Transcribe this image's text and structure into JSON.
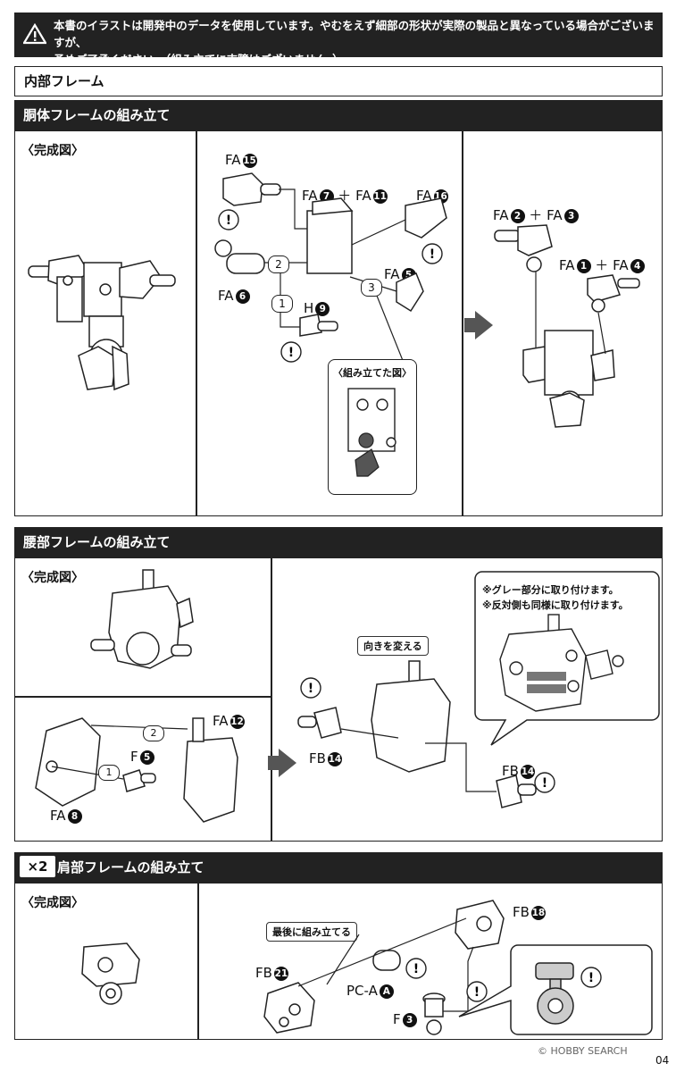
{
  "warning": {
    "line1": "本書のイラストは開発中のデータを使用しています。やむをえず細部の形状が実際の製品と異なっている場合がございますが、",
    "line2": "予めご了承ください。（組み立てに支障はございません。）"
  },
  "section_title": "内部フレーム",
  "torso": {
    "title": "胴体フレームの組み立て",
    "complete_label": "〈完成図〉",
    "parts": {
      "fa15_prefix": "FA",
      "fa15_num": "15",
      "fa7_prefix": "FA",
      "fa7_num": "7",
      "plus1": "＋",
      "fa11_prefix": "FA",
      "fa11_num": "11",
      "fa16_prefix": "FA",
      "fa16_num": "16",
      "fa5_prefix": "FA",
      "fa5_num": "5",
      "fa6_prefix": "FA",
      "fa6_num": "6",
      "h9_prefix": "H",
      "h9_num": "9",
      "fa2_prefix": "FA",
      "fa2_num": "2",
      "plus2": "＋",
      "fa3_prefix": "FA",
      "fa3_num": "3",
      "fa1_prefix": "FA",
      "fa1_num": "1",
      "plus3": "＋",
      "fa4_prefix": "FA",
      "fa4_num": "4"
    },
    "steps": {
      "s1": "1",
      "s2": "2",
      "s3": "3"
    },
    "assembled_label": "〈組み立てた図〉"
  },
  "waist": {
    "title": "腰部フレームの組み立て",
    "complete_label": "〈完成図〉",
    "parts": {
      "fa12_prefix": "FA",
      "fa12_num": "12",
      "f5_prefix": "F",
      "f5_num": "5",
      "fa8_prefix": "FA",
      "fa8_num": "8",
      "fb14a_prefix": "FB",
      "fb14a_num": "14",
      "fb14b_prefix": "FB",
      "fb14b_num": "14"
    },
    "steps": {
      "s1": "1",
      "s2": "2"
    },
    "direction_callout": "向きを変える",
    "note1": "※グレー部分に取り付けます。",
    "note2": "※反対側も同様に取り付けます。"
  },
  "shoulder": {
    "multiplier": "×2",
    "title": "肩部フレームの組み立て",
    "complete_label": "〈完成図〉",
    "parts": {
      "fb18_prefix": "FB",
      "fb18_num": "18",
      "fb21_prefix": "FB",
      "fb21_num": "21",
      "pca_prefix": "PC-A",
      "pca_num": "A",
      "f3_prefix": "F",
      "f3_num": "3"
    },
    "last_callout": "最後に組み立てる"
  },
  "footer": {
    "watermark": "© HOBBY SEARCH",
    "page": "04"
  }
}
